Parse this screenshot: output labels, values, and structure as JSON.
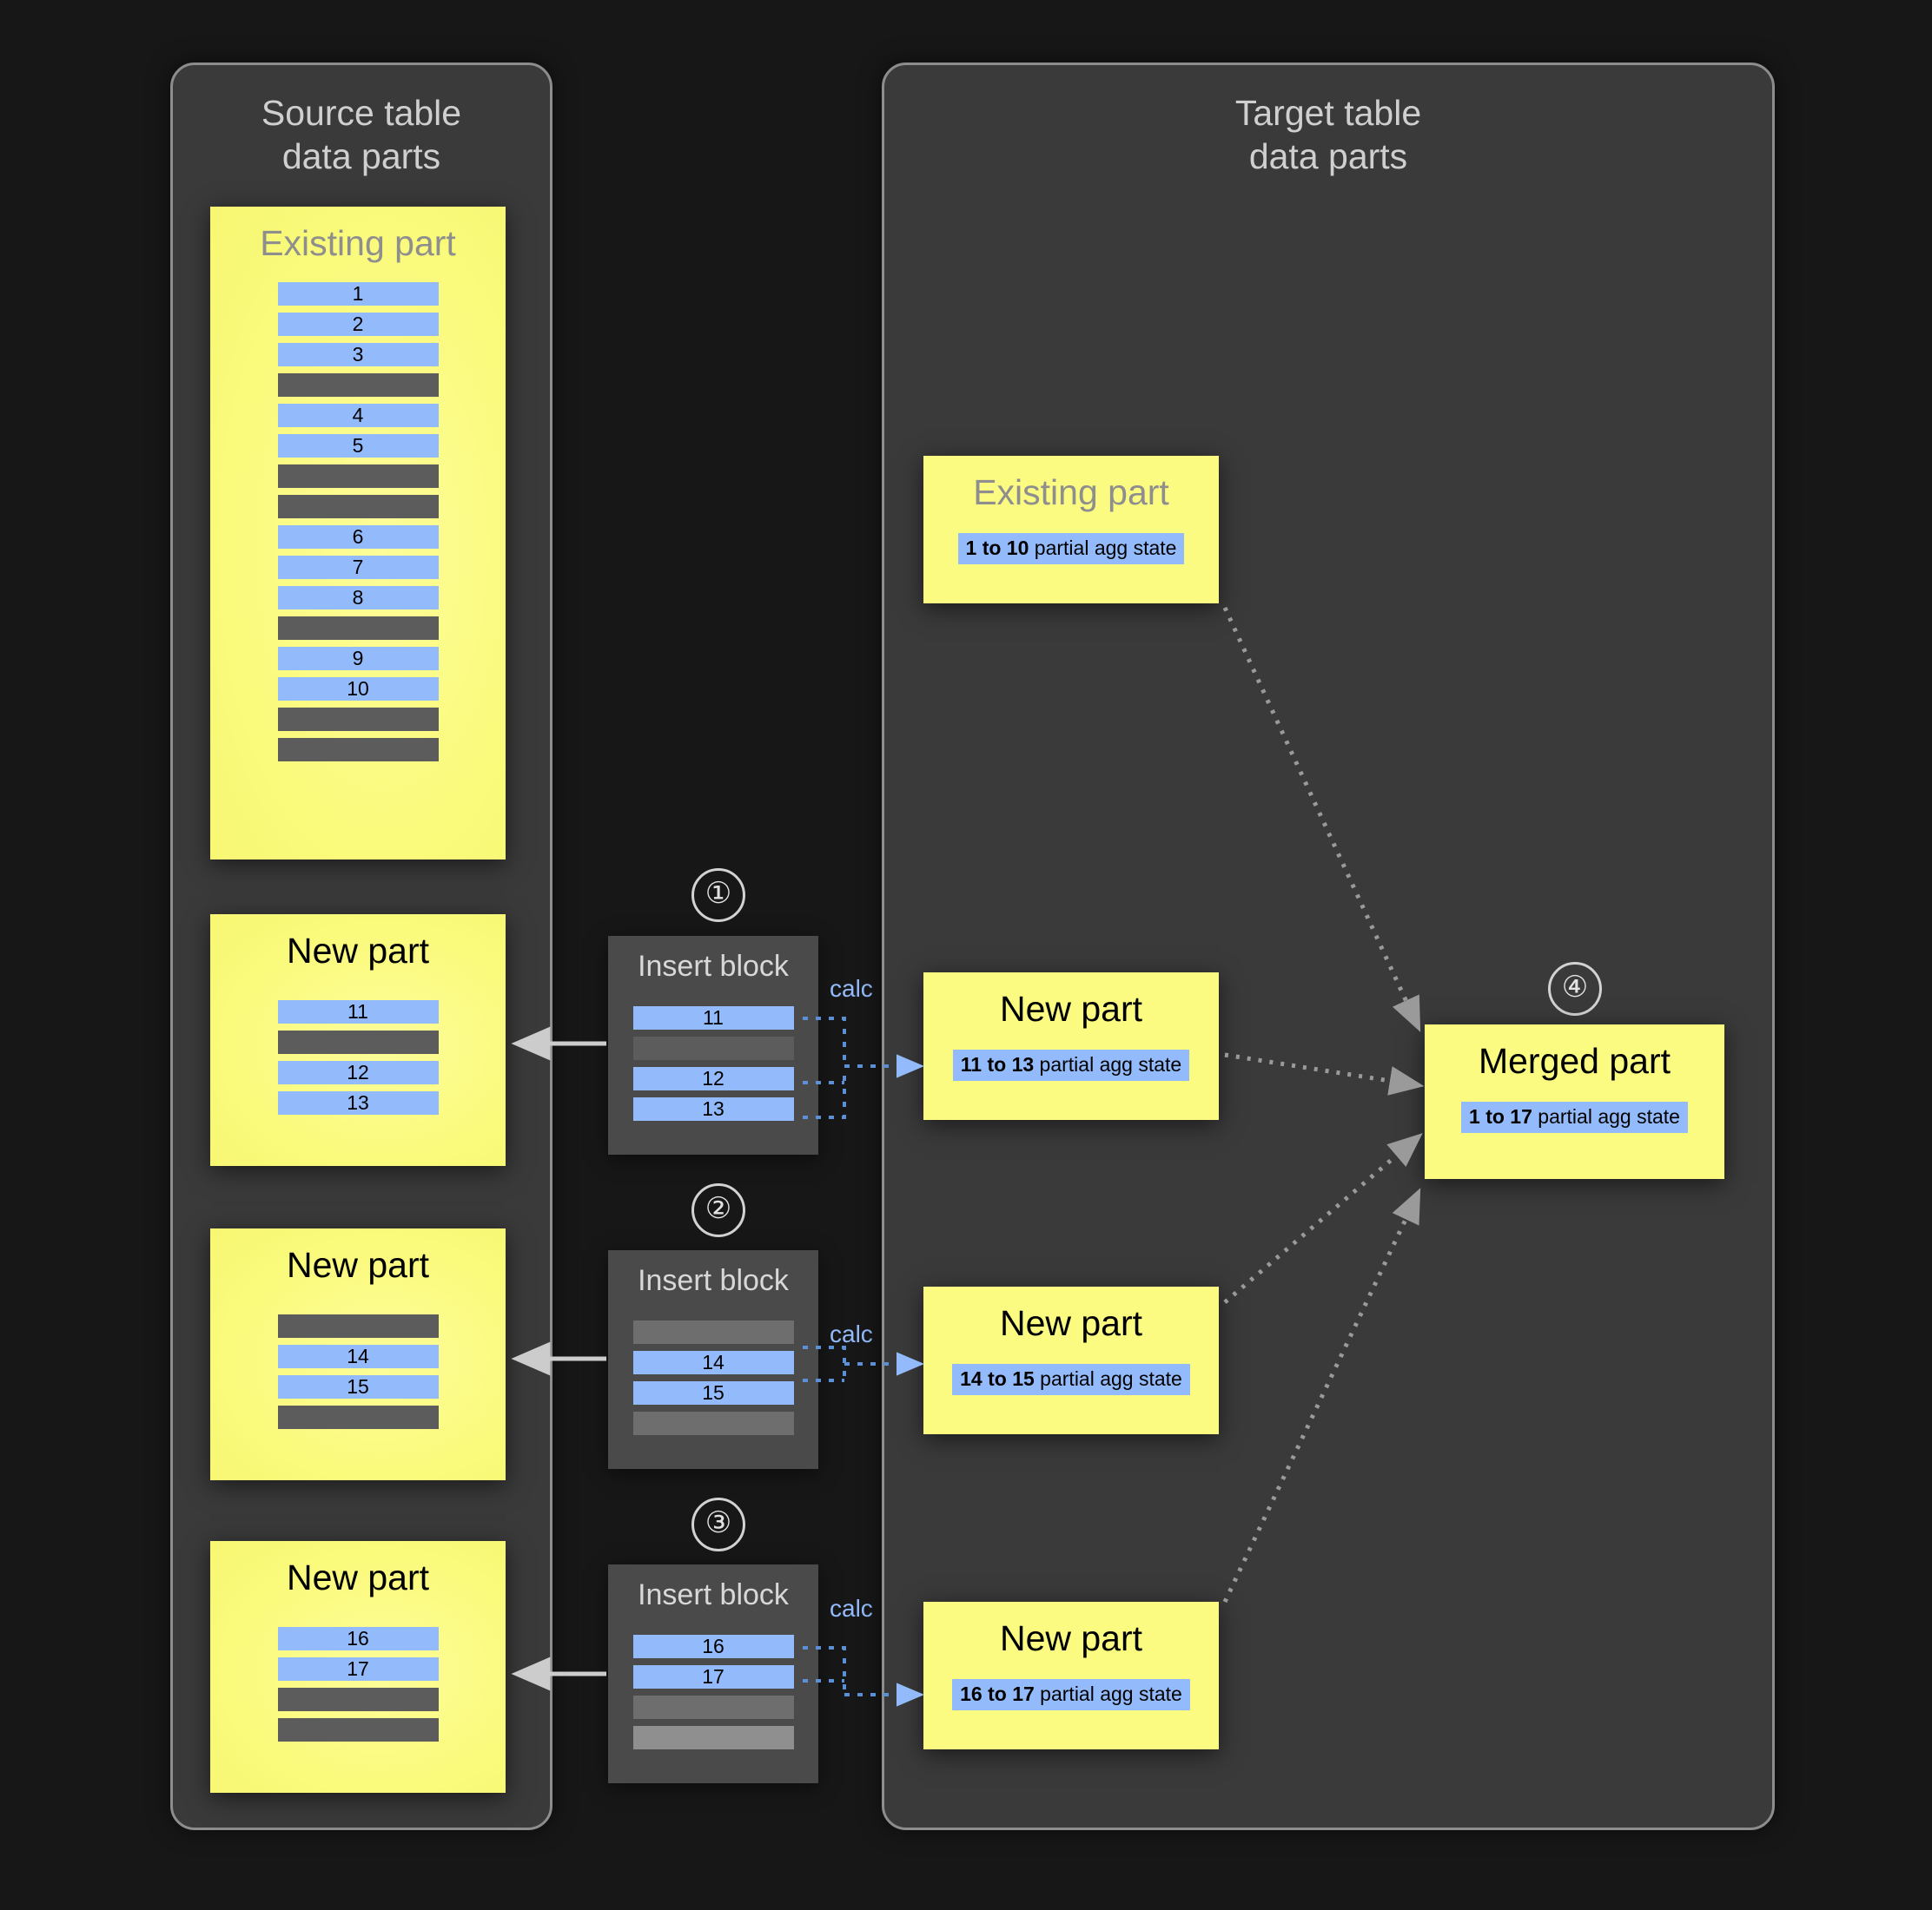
{
  "source_panel": {
    "title": "Source table\ndata parts",
    "parts": [
      {
        "id": "source-existing-part",
        "title": "Existing part",
        "title_muted": true,
        "rows": [
          {
            "type": "blue",
            "label": "1"
          },
          {
            "type": "blue",
            "label": "2"
          },
          {
            "type": "blue",
            "label": "3"
          },
          {
            "type": "gray",
            "label": ""
          },
          {
            "type": "blue",
            "label": "4"
          },
          {
            "type": "blue",
            "label": "5"
          },
          {
            "type": "gray",
            "label": ""
          },
          {
            "type": "gray",
            "label": ""
          },
          {
            "type": "blue",
            "label": "6"
          },
          {
            "type": "blue",
            "label": "7"
          },
          {
            "type": "blue",
            "label": "8"
          },
          {
            "type": "gray",
            "label": ""
          },
          {
            "type": "blue",
            "label": "9"
          },
          {
            "type": "blue",
            "label": "10"
          },
          {
            "type": "gray",
            "label": ""
          },
          {
            "type": "gray",
            "label": ""
          }
        ]
      },
      {
        "id": "source-new-part-1",
        "title": "New part",
        "title_muted": false,
        "rows": [
          {
            "type": "blue",
            "label": "11"
          },
          {
            "type": "gray",
            "label": ""
          },
          {
            "type": "blue",
            "label": "12"
          },
          {
            "type": "blue",
            "label": "13"
          }
        ]
      },
      {
        "id": "source-new-part-2",
        "title": "New part",
        "title_muted": false,
        "rows": [
          {
            "type": "gray",
            "label": ""
          },
          {
            "type": "blue",
            "label": "14"
          },
          {
            "type": "blue",
            "label": "15"
          },
          {
            "type": "gray",
            "label": ""
          }
        ]
      },
      {
        "id": "source-new-part-3",
        "title": "New part",
        "title_muted": false,
        "rows": [
          {
            "type": "blue",
            "label": "16"
          },
          {
            "type": "blue",
            "label": "17"
          },
          {
            "type": "gray",
            "label": ""
          },
          {
            "type": "gray",
            "label": ""
          }
        ]
      }
    ]
  },
  "insert_blocks": [
    {
      "step": "①",
      "title": "Insert block",
      "calc_label": "calc",
      "rows": [
        {
          "type": "blue",
          "label": "11"
        },
        {
          "type": "gray",
          "label": ""
        },
        {
          "type": "blue",
          "label": "12"
        },
        {
          "type": "blue",
          "label": "13"
        }
      ]
    },
    {
      "step": "②",
      "title": "Insert block",
      "calc_label": "calc",
      "rows": [
        {
          "type": "gray2",
          "label": ""
        },
        {
          "type": "blue",
          "label": "14"
        },
        {
          "type": "blue",
          "label": "15"
        },
        {
          "type": "gray2",
          "label": ""
        }
      ]
    },
    {
      "step": "③",
      "title": "Insert block",
      "calc_label": "calc",
      "rows": [
        {
          "type": "blue",
          "label": "16"
        },
        {
          "type": "blue",
          "label": "17"
        },
        {
          "type": "gray2",
          "label": ""
        },
        {
          "type": "gray3",
          "label": ""
        }
      ]
    }
  ],
  "target_panel": {
    "title": "Target table\ndata parts",
    "parts": [
      {
        "id": "target-existing-part",
        "title": "Existing part",
        "title_muted": true,
        "agg_range": "1 to 10",
        "agg_suffix": " partial agg state"
      },
      {
        "id": "target-new-part-1",
        "title": "New part",
        "title_muted": false,
        "agg_range": "11 to 13",
        "agg_suffix": " partial agg state"
      },
      {
        "id": "target-new-part-2",
        "title": "New part",
        "title_muted": false,
        "agg_range": "14 to 15",
        "agg_suffix": " partial agg state"
      },
      {
        "id": "target-new-part-3",
        "title": "New part",
        "title_muted": false,
        "agg_range": "16 to 17",
        "agg_suffix": " partial agg state"
      }
    ],
    "merged": {
      "step": "④",
      "title": "Merged part",
      "agg_range": "1 to 17",
      "agg_suffix": " partial agg state"
    }
  },
  "colors": {
    "background": "#171717",
    "panel_fill": "#3a3a3a",
    "panel_border": "#8d8d8d",
    "part_yellow": "#fbfb82",
    "row_blue": "#93bbfb",
    "row_gray": "#5c5c5c",
    "accent_blue": "#93bbfb",
    "arrow_gray": "#bdbdbd"
  }
}
